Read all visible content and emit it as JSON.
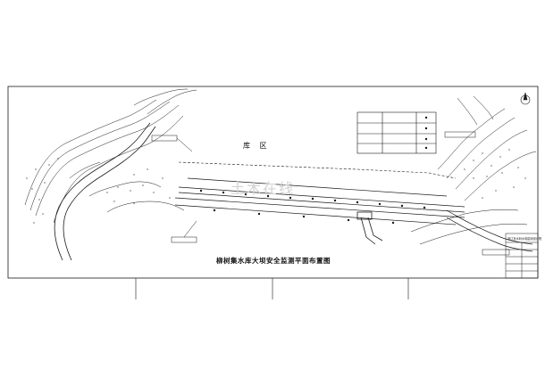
{
  "drawing": {
    "title": "柳树集水库大坝安全监测平面布置图",
    "zone_label": "库 区"
  },
  "title_block": {
    "header": "浙江省水利水电勘测设计院"
  },
  "watermark": {
    "text": "土木在线"
  },
  "colors": {
    "line": "#1a1a1a",
    "paper": "#ffffff",
    "watermark": "#d2d2d2"
  }
}
